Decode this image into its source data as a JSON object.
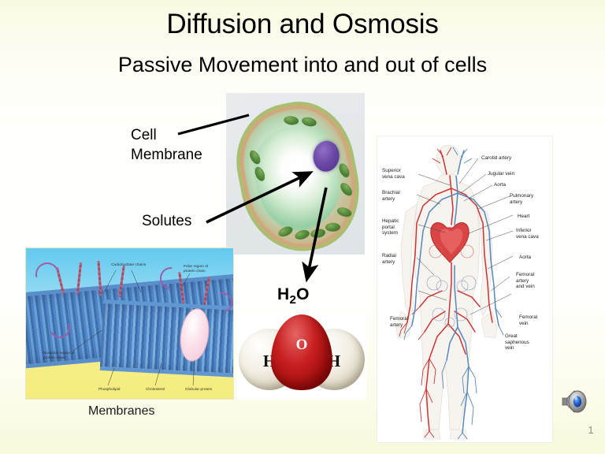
{
  "slide": {
    "title": "Diffusion and Osmosis",
    "subtitle": "Passive Movement into and out of cells",
    "number": "1",
    "background_top_color": "#fafae0",
    "background_mid_color": "#fffffe"
  },
  "labels": {
    "cell_membrane": "Cell\nMembrane",
    "solutes": "Solutes",
    "water_formula_h": "H",
    "water_formula_sub": "2",
    "water_formula_o": "O",
    "membranes_caption": "Membranes"
  },
  "images": {
    "plant_cell": {
      "name": "plant-cell-photo",
      "features": [
        "cell wall",
        "cell membrane",
        "chloroplasts",
        "nucleus",
        "vacuole"
      ]
    },
    "membrane_diagram": {
      "name": "cell-membrane-diagram",
      "labels": [
        "Carbohydrate chains",
        "Polar region of\nprotein chain",
        "Nonpolar region of\nprotein chain",
        "Phospholipid",
        "Cholesterol",
        "Globular protein"
      ]
    },
    "water_molecule": {
      "name": "water-molecule-model",
      "oxygen_symbol": "O",
      "hydrogen_symbol": "H",
      "oxygen_color": "#c92020",
      "hydrogen_color": "#efebe0"
    },
    "circulatory": {
      "name": "human-circulatory-system-diagram",
      "left_labels": [
        "Superior\nvena cava",
        "Brachial\nartery",
        "Hepatic\nportal\nsystem",
        "Radial\nartery",
        "Femoral\nartery"
      ],
      "right_labels": [
        "Carotid artery",
        "Jugular vein",
        "Aorta",
        "Pulmonary\nartery",
        "Heart",
        "Inferior\nvena cava",
        "Aorta",
        "Femoral\nartery\nand vein",
        "Femoral\nvein",
        "Great\nsaphenous\nvein"
      ],
      "artery_color": "#cc3333",
      "vein_color": "#4a7fbd"
    }
  },
  "arrows": [
    {
      "name": "arrow-cell-membrane",
      "from": "Cell Membrane label",
      "to": "cell wall"
    },
    {
      "name": "arrow-solutes",
      "from": "Solutes label",
      "to": "cell interior"
    },
    {
      "name": "arrow-water",
      "from": "cell interior",
      "to": "H2O label"
    }
  ],
  "media": {
    "speaker_icon": "speaker-icon"
  }
}
